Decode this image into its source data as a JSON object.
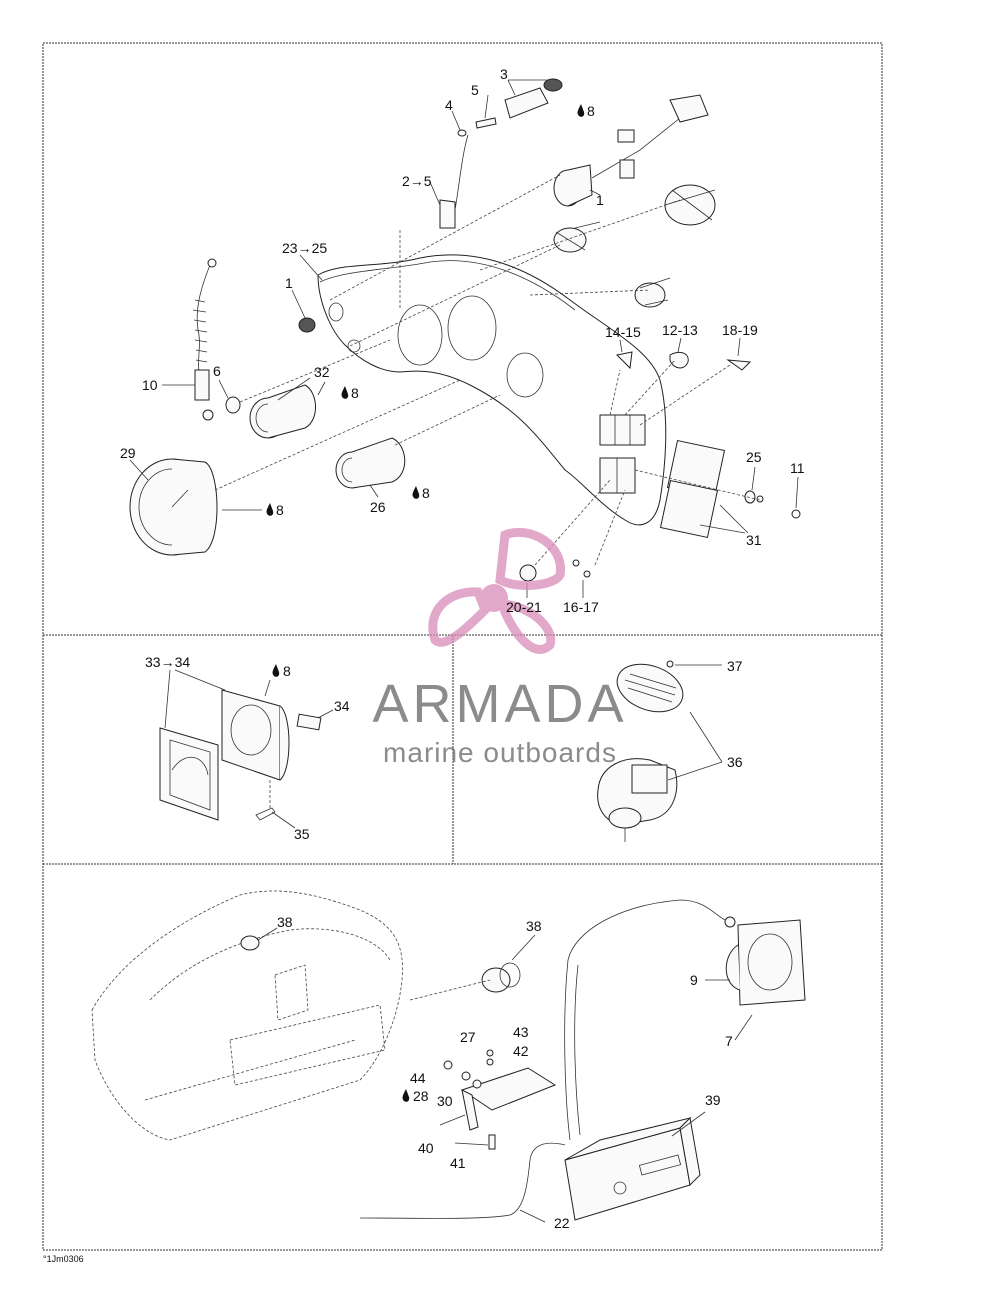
{
  "colors": {
    "watermark": "#d98bb8",
    "watermark_text": "#6f6f6f",
    "ink": "#222222"
  },
  "labels": {
    "l1a": "1",
    "l2_5": "2→5",
    "l3": "3",
    "l4": "4",
    "l5": "5",
    "l8a": "8",
    "l23_25": "23→25",
    "l1b": "1",
    "l10": "10",
    "l6": "6",
    "l32": "32",
    "l8b": "8",
    "l14_15": "14-15",
    "l12_13": "12-13",
    "l18_19": "18-19",
    "l29": "29",
    "l8c": "8",
    "l26": "26",
    "l8d": "8",
    "l25": "25",
    "l11": "11",
    "l31": "31",
    "l20_21": "20-21",
    "l16_17": "16-17",
    "l33_34": "33→34",
    "l8e": "8",
    "l34": "34",
    "l35": "35",
    "l37": "37",
    "l36": "36",
    "l38a": "38",
    "l38b": "38",
    "l9": "9",
    "l7": "7",
    "l27": "27",
    "l43": "43",
    "l42": "42",
    "l44": "44",
    "l28": "28",
    "l30": "30",
    "l39": "39",
    "l40": "40",
    "l41": "41",
    "l22": "22"
  },
  "watermark": {
    "title": "ARMADA",
    "subtitle": "marine outboards"
  },
  "figure_code": "°1Jm0306"
}
